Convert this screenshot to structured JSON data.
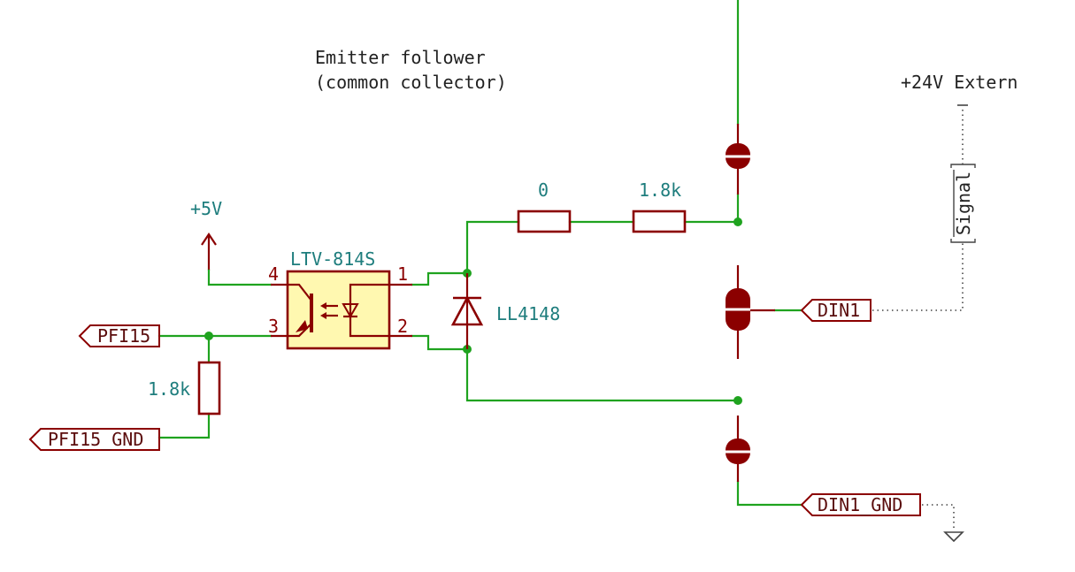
{
  "title_lines": [
    "Emitter follower",
    "(common collector)"
  ],
  "power": {
    "plus5v": "+5V",
    "plus24v": "+24V Extern"
  },
  "optocoupler": {
    "reference": "LTV-814S",
    "pin1": "1",
    "pin2": "2",
    "pin3": "3",
    "pin4": "4"
  },
  "diode": {
    "value": "LL4148"
  },
  "resistors": {
    "series_zero": "0",
    "series_1k8": "1.8k",
    "pulldown_1k8": "1.8k"
  },
  "labels": {
    "pfi15": "PFI15",
    "pfi15_gnd": "PFI15_GND",
    "din1": "DIN1",
    "din1_gnd": "DIN1_GND"
  },
  "signal_tag": "Signal",
  "colors": {
    "wire": "#1fa31f",
    "component": "#8b0000",
    "opto_fill": "#fff8b0",
    "net_text": "#1e7d7d"
  }
}
